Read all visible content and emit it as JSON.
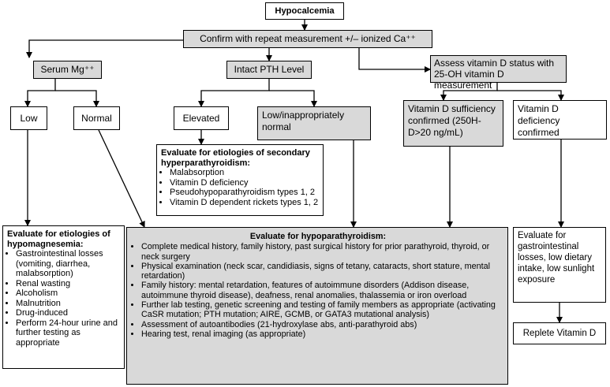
{
  "nodes": {
    "hypocalcemia": "Hypocalcemia",
    "confirm": "Confirm with repeat measurement +/– ionized Ca⁺⁺",
    "serum_mg": "Serum Mg⁺⁺",
    "intact_pth": "Intact PTH Level",
    "vitd_assess": "Assess vitamin D status with 25-OH vitamin D measurement",
    "low": "Low",
    "normal": "Normal",
    "elevated": "Elevated",
    "low_inappropriate": "Low/inappropriately normal",
    "vitd_sufficient": "Vitamin D sufficiency confirmed (250H-D>20 ng/mL)",
    "vitd_deficient": "Vitamin D deficiency confirmed",
    "secondary": {
      "title": "Evaluate for etiologies of secondary hyperparathyroidism:",
      "items": [
        "Malabsorption",
        "Vitamin D deficiency",
        "Pseudohypoparathyroidism types 1, 2",
        "Vitamin D dependent rickets types 1, 2"
      ]
    },
    "hypomag": {
      "title": "Evaluate for etiologies of hypomagnesemia:",
      "items": [
        "Gastrointestinal losses (vomiting, diarrhea, malabsorption)",
        "Renal wasting",
        "Alcoholism",
        "Malnutrition",
        "Drug-induced",
        "Perform 24-hour urine and further testing as appropriate"
      ]
    },
    "hypopara": {
      "title": "Evaluate for hypoparathyroidism:",
      "items": [
        "Complete medical history, family history, past surgical history for prior parathyroid, thyroid, or neck surgery",
        "Physical examination (neck scar, candidiasis, signs of tetany, cataracts, short stature, mental retardation)",
        "Family history: mental retardation, features of autoimmune disorders (Addison disease, autoimmune thyroid disease), deafness, renal anomalies, thalassemia or iron overload",
        "Further lab testing, genetic screening and testing of family members as appropriate (activating CaSR mutation; PTH mutation; AIRE, GCMB, or GATA3 mutational analysis)",
        "Assessment of autoantibodies (21-hydroxylase abs, anti-parathyroid abs)",
        "Hearing test, renal imaging (as appropriate)"
      ]
    },
    "gi_eval": "Evaluate for gastrointestinal losses, low dietary intake, low sunlight exposure",
    "replete": "Replete Vitamin D"
  }
}
